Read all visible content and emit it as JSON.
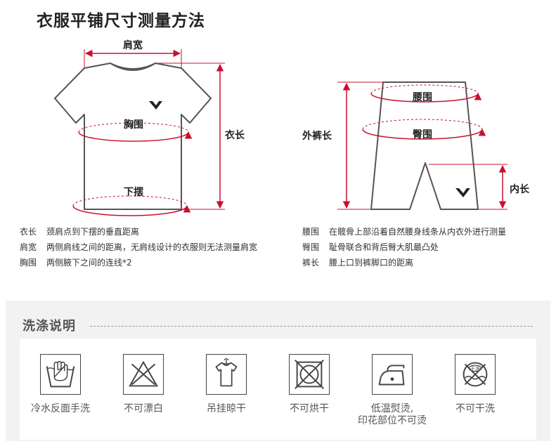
{
  "title": "衣服平铺尺寸测量方法",
  "shirt": {
    "labels": {
      "shoulder": "肩宽",
      "chest": "胸围",
      "length": "衣长",
      "hem": "下摆"
    },
    "definitions": [
      {
        "term": "衣长",
        "desc": "颈肩点到下摆的垂直距离"
      },
      {
        "term": "肩宽",
        "desc": "两侧肩线之间的距离，无肩线设计的衣服则无法测量肩宽"
      },
      {
        "term": "胸围",
        "desc": "两侧腋下之间的连线*2"
      }
    ]
  },
  "pants": {
    "labels": {
      "waist": "腰围",
      "hip": "臀围",
      "outseam": "外裤长",
      "inseam": "内长"
    },
    "definitions": [
      {
        "term": "腰围",
        "desc": "在髋骨上部沿着自然腰身线条从内衣外进行测量"
      },
      {
        "term": "臀围",
        "desc": "耻骨联合和背后臀大肌最凸处"
      },
      {
        "term": "裤长",
        "desc": "腰上口到裤脚口的距离"
      }
    ]
  },
  "care": {
    "title": "洗涤说明",
    "items": [
      {
        "icon": "hand-wash-icon",
        "label": "冷水反面手洗"
      },
      {
        "icon": "no-bleach-icon",
        "label": "不可漂白"
      },
      {
        "icon": "hang-dry-icon",
        "label": "吊挂晾干"
      },
      {
        "icon": "no-tumble-dry-icon",
        "label": "不可烘干"
      },
      {
        "icon": "low-iron-icon",
        "label": "低温熨烫,\n印花部位不可烫"
      },
      {
        "icon": "no-dry-clean-icon",
        "label": "不可干洗",
        "badge": "干洗"
      }
    ]
  },
  "colors": {
    "measure": "#c8102e",
    "outline": "#555555",
    "panel": "#f2f2f2"
  }
}
